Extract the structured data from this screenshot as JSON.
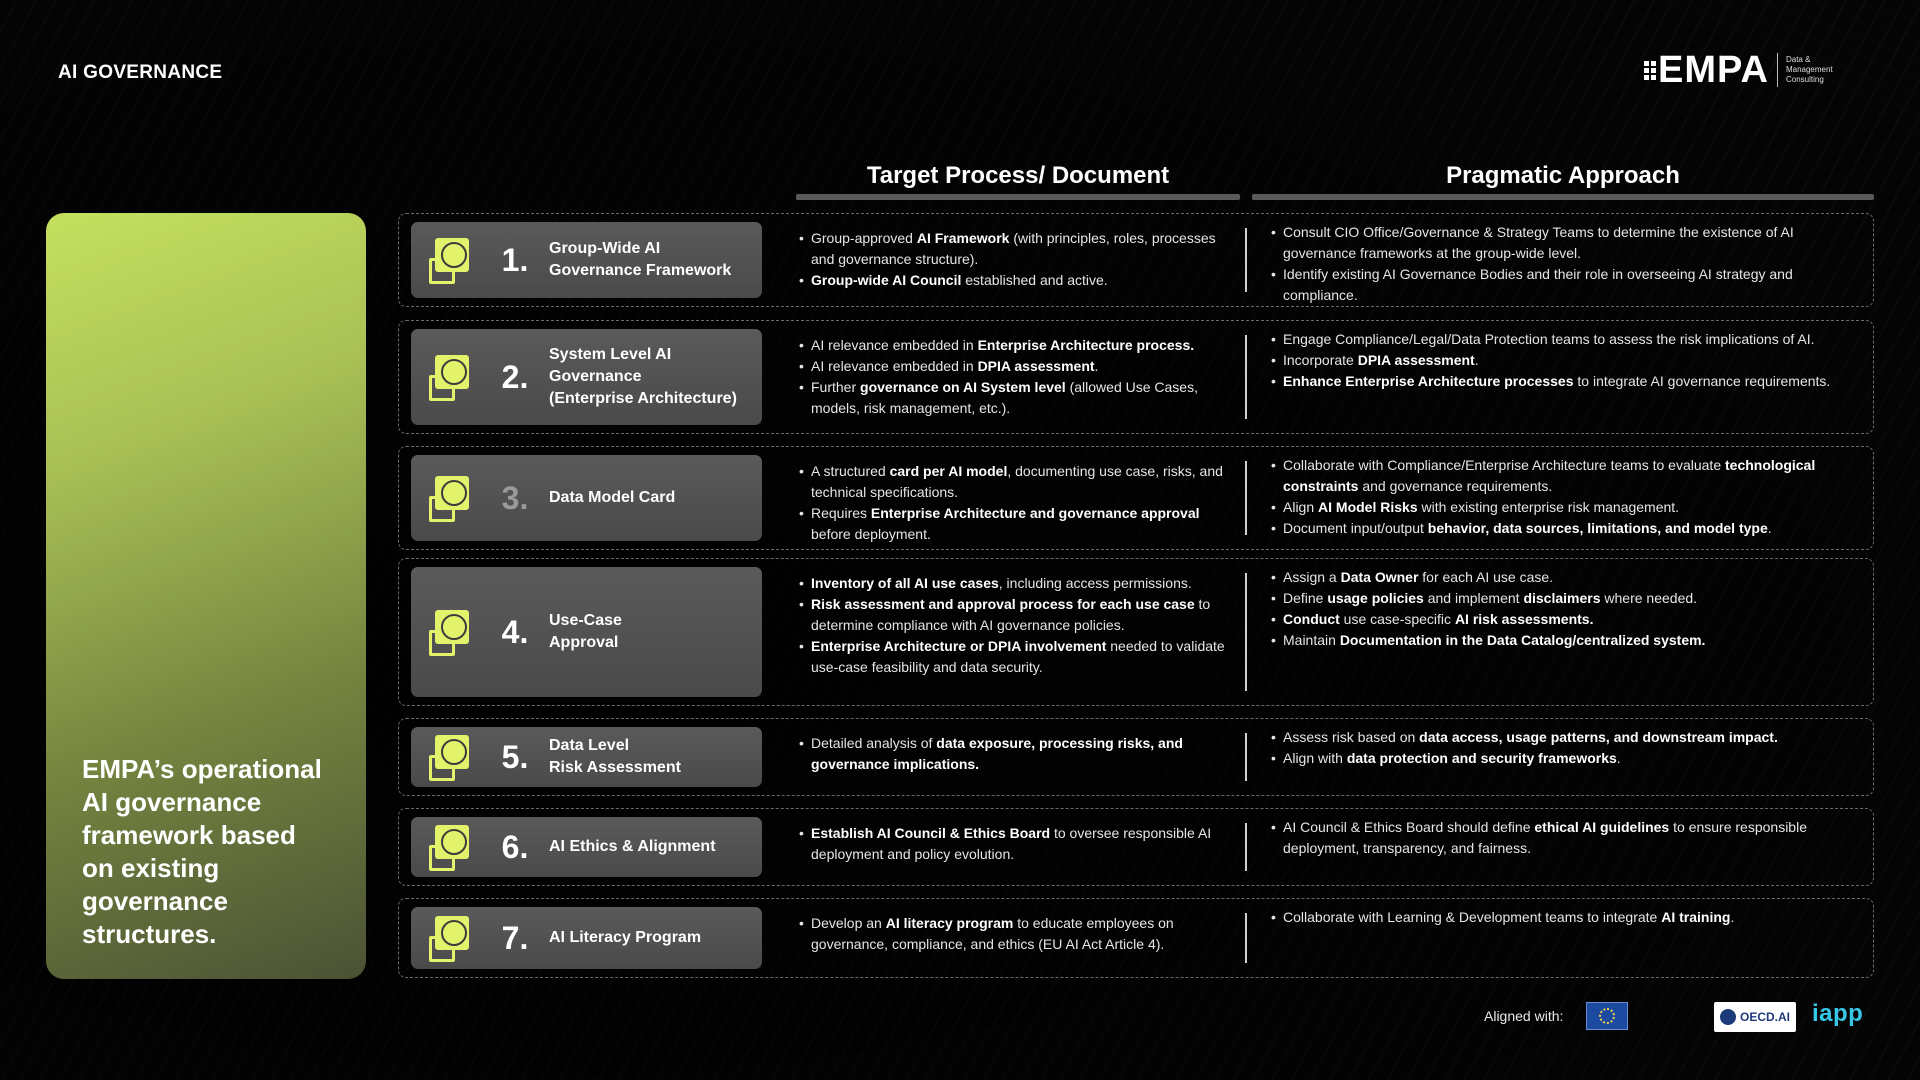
{
  "page": {
    "title": "AI GOVERNANCE"
  },
  "logo": {
    "word": "EMPA",
    "tagline": [
      "Data &",
      "Management",
      "Consulting"
    ]
  },
  "columns": {
    "target": "Target Process/ Document",
    "pragmatic": "Pragmatic Approach"
  },
  "side_card": {
    "text": "EMPA’s operational AI governance framework based on existing governance structures."
  },
  "rows": [
    {
      "num": "1.",
      "num_style": "bright",
      "icon": "framework-icon",
      "label": [
        "Group-Wide AI",
        "Governance Framework"
      ],
      "target": [
        [
          {
            "t": "Group-approved "
          },
          {
            "b": "AI Framework"
          },
          {
            "t": " (with principles, roles, processes and governance structure)."
          }
        ],
        [
          {
            "b": "Group-wide AI Council"
          },
          {
            "t": " established and active."
          }
        ]
      ],
      "pragmatic": [
        [
          {
            "t": "Consult CIO Office/Governance & Strategy Teams to determine the existence of AI governance frameworks at the group-wide level."
          }
        ],
        [
          {
            "t": "Identify existing AI Governance Bodies and their role in overseeing AI strategy and compliance."
          }
        ]
      ]
    },
    {
      "num": "2.",
      "num_style": "bright",
      "icon": "architecture-icon",
      "label": [
        "System Level AI",
        "Governance",
        "(Enterprise Architecture)"
      ],
      "target": [
        [
          {
            "t": "AI relevance embedded in "
          },
          {
            "b": "Enterprise Architecture process."
          }
        ],
        [
          {
            "t": "AI relevance embedded in "
          },
          {
            "b": "DPIA assessment"
          },
          {
            "t": "."
          }
        ],
        [
          {
            "t": "Further "
          },
          {
            "b": "governance on AI System level"
          },
          {
            "t": " (allowed Use Cases, models, risk management, etc.)."
          }
        ]
      ],
      "pragmatic": [
        [
          {
            "t": "Engage Compliance/Legal/Data Protection teams to assess the risk implications of AI."
          }
        ],
        [
          {
            "t": "Incorporate "
          },
          {
            "b": "DPIA assessment"
          },
          {
            "t": "."
          }
        ],
        [
          {
            "b": "Enhance Enterprise Architecture processes"
          },
          {
            "t": " to integrate AI governance requirements."
          }
        ]
      ]
    },
    {
      "num": "3.",
      "num_style": "dim",
      "icon": "model-card-icon",
      "label": [
        "Data Model Card"
      ],
      "target": [
        [
          {
            "t": "A structured "
          },
          {
            "b": "card per AI model"
          },
          {
            "t": ", documenting use case, risks, and technical specifications."
          }
        ],
        [
          {
            "t": "Requires "
          },
          {
            "b": "Enterprise Architecture and governance approval"
          },
          {
            "t": " before deployment."
          }
        ]
      ],
      "pragmatic": [
        [
          {
            "t": "Collaborate with Compliance/Enterprise Architecture teams to evaluate "
          },
          {
            "b": "technological constraints"
          },
          {
            "t": " and governance requirements."
          }
        ],
        [
          {
            "t": "Align "
          },
          {
            "b": "AI Model Risks"
          },
          {
            "t": " with existing enterprise risk management."
          }
        ],
        [
          {
            "t": "Document input/output "
          },
          {
            "b": "behavior, data sources, limitations, and model type"
          },
          {
            "t": "."
          }
        ]
      ]
    },
    {
      "num": "4.",
      "num_style": "bright",
      "icon": "use-case-icon",
      "label": [
        "Use-Case",
        "Approval"
      ],
      "target": [
        [
          {
            "b": "Inventory of all AI use cases"
          },
          {
            "t": ", including access permissions."
          }
        ],
        [
          {
            "b": "Risk assessment and approval process for each use case"
          },
          {
            "t": " to determine compliance with AI governance policies."
          }
        ],
        [
          {
            "b": "Enterprise Architecture or DPIA involvement"
          },
          {
            "t": " needed to validate use-case feasibility and data security."
          }
        ]
      ],
      "pragmatic": [
        [
          {
            "t": "Assign a "
          },
          {
            "b": "Data Owner"
          },
          {
            "t": " for each AI use case."
          }
        ],
        [
          {
            "t": "Define "
          },
          {
            "b": "usage policies"
          },
          {
            "t": " and implement "
          },
          {
            "b": "disclaimers"
          },
          {
            "t": " where needed."
          }
        ],
        [
          {
            "b": "Conduct"
          },
          {
            "t": " use case-specific "
          },
          {
            "b": "AI risk assessments."
          }
        ],
        [
          {
            "t": "Maintain "
          },
          {
            "b": "Documentation in the Data Catalog/centralized system."
          }
        ]
      ]
    },
    {
      "num": "5.",
      "num_style": "bright",
      "icon": "risk-assessment-icon",
      "label": [
        "Data Level",
        "Risk Assessment"
      ],
      "target": [
        [
          {
            "t": "Detailed analysis of "
          },
          {
            "b": "data exposure, processing risks, and governance implications."
          }
        ]
      ],
      "pragmatic": [
        [
          {
            "t": "Assess risk based on "
          },
          {
            "b": "data access, usage patterns, and downstream impact."
          }
        ],
        [
          {
            "t": "Align with "
          },
          {
            "b": "data protection and security frameworks"
          },
          {
            "t": "."
          }
        ]
      ]
    },
    {
      "num": "6.",
      "num_style": "bright",
      "icon": "ethics-scale-icon",
      "label": [
        "AI Ethics & Alignment"
      ],
      "target": [
        [
          {
            "b": "Establish AI Council & Ethics Board"
          },
          {
            "t": " to oversee responsible AI deployment and policy evolution."
          }
        ]
      ],
      "pragmatic": [
        [
          {
            "t": "AI Council & Ethics Board should define "
          },
          {
            "b": "ethical AI guidelines"
          },
          {
            "t": " to ensure responsible deployment, transparency, and fairness."
          }
        ]
      ]
    },
    {
      "num": "7.",
      "num_style": "bright",
      "icon": "literacy-icon",
      "label": [
        "AI Literacy Program"
      ],
      "target": [
        [
          {
            "t": "Develop an "
          },
          {
            "b": "AI literacy program"
          },
          {
            "t": " to educate employees on governance, compliance, and ethics (EU AI Act Article 4)."
          }
        ]
      ],
      "pragmatic": [
        [
          {
            "t": "Collaborate with Learning & Development teams to integrate "
          },
          {
            "b": "AI training"
          },
          {
            "t": "."
          }
        ]
      ]
    }
  ],
  "footer": {
    "aligned_label": "Aligned with:",
    "oecd_text": "OECD.AI",
    "iapp_text": "iapp"
  },
  "colors": {
    "accent": "#e2f36b",
    "side_card_top": "#c5e05f",
    "iapp": "#37c8e8"
  }
}
